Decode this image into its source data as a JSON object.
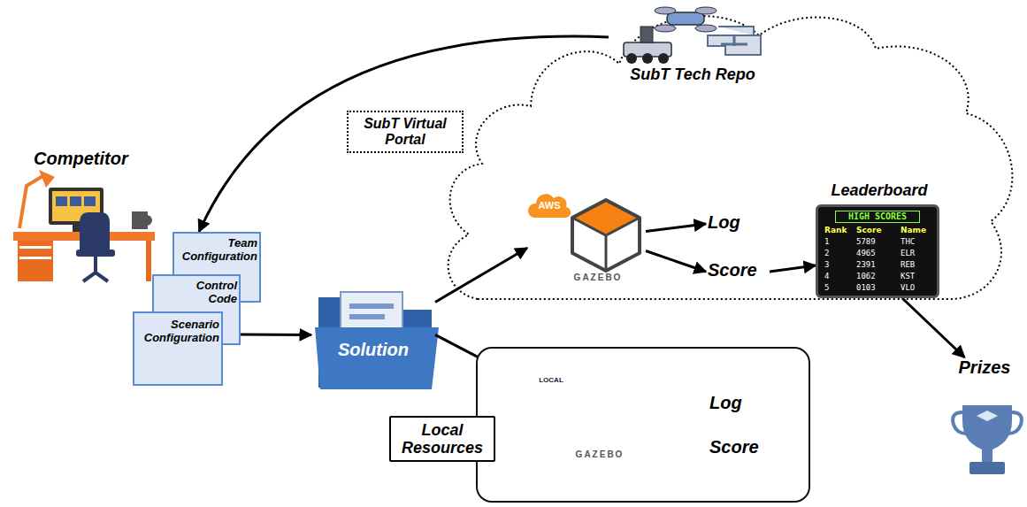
{
  "diagram": {
    "nodes": [
      {
        "text": [
          "SubT Virtual Portal"
        ]
      },
      {
        "text": [
          "SubT Tech Repo"
        ],
        "in": 0
      },
      {
        "text": [
          "AWS",
          "GAZEBO"
        ],
        "in": 0
      },
      {
        "text": [
          "Log"
        ],
        "in": 0
      },
      {
        "text": [
          "Score"
        ],
        "in": 0
      },
      {
        "text": [
          "Leaderboard",
          "HIGH SCORES",
          "Rank",
          "Score",
          "Name",
          "1",
          "5789",
          "THC",
          "2",
          "4965",
          "ELR",
          "3",
          "2391",
          "REB",
          "4",
          "1062",
          "KST",
          "5",
          "0103",
          "VLO"
        ],
        "in": 0
      },
      {
        "text": [
          "Competitor"
        ]
      },
      {
        "text": [
          "Team Configuration"
        ]
      },
      {
        "text": [
          "Control Code"
        ]
      },
      {
        "text": [
          "Scenario Configuration"
        ]
      },
      {
        "text": [
          "Solution"
        ]
      },
      {
        "text": [
          "Local Resources"
        ]
      },
      {
        "text": [
          "LOCAL",
          "GAZEBO"
        ],
        "in": 11
      },
      {
        "text": [
          "Log"
        ],
        "in": 11
      },
      {
        "text": [
          "Score"
        ],
        "in": 11
      },
      {
        "text": [
          "Prizes"
        ]
      }
    ],
    "edges": [
      {
        "from": 1,
        "to": 7,
        "arrow": "to"
      },
      {
        "from": 8,
        "to": 10,
        "arrow": "to"
      },
      {
        "from": 10,
        "to": 2,
        "arrow": "to"
      },
      {
        "from": 10,
        "to": 12,
        "arrow": "to"
      },
      {
        "from": 2,
        "to": 3,
        "arrow": "to"
      },
      {
        "from": 2,
        "to": 4,
        "arrow": "to"
      },
      {
        "from": 4,
        "to": 5,
        "arrow": "to"
      },
      {
        "from": 12,
        "to": 13,
        "arrow": "to"
      },
      {
        "from": 12,
        "to": 14,
        "arrow": "to"
      },
      {
        "from": 5,
        "to": 15,
        "arrow": "to"
      }
    ]
  }
}
